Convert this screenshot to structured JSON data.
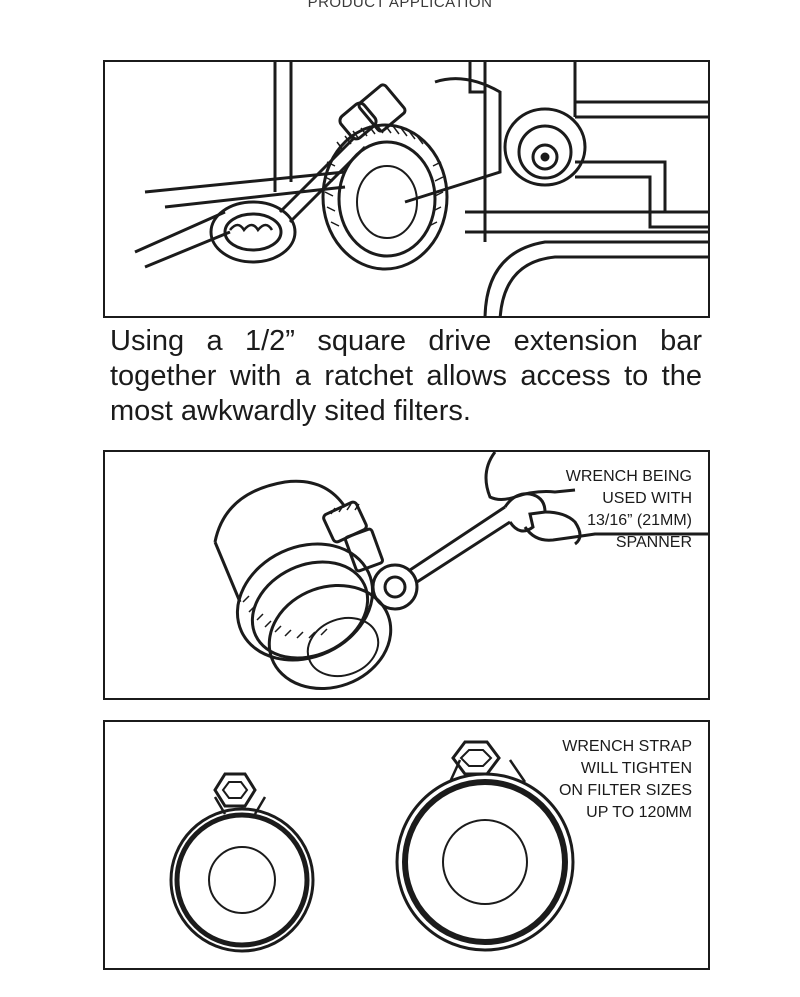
{
  "header": {
    "title": "PRODUCT APPLICATION"
  },
  "caption": {
    "lines": [
      "Using a 1/2” square drive extension bar",
      "together with a ratchet allows access to the",
      "most awkwardly sited filters."
    ]
  },
  "panel2": {
    "note_lines": [
      "WRENCH BEING",
      "USED WITH",
      "13/16” (21MM)",
      "SPANNER"
    ]
  },
  "panel3": {
    "note_lines": [
      "WRENCH STRAP",
      "WILL TIGHTEN",
      "ON FILTER SIZES",
      "UP TO 120MM"
    ]
  }
}
